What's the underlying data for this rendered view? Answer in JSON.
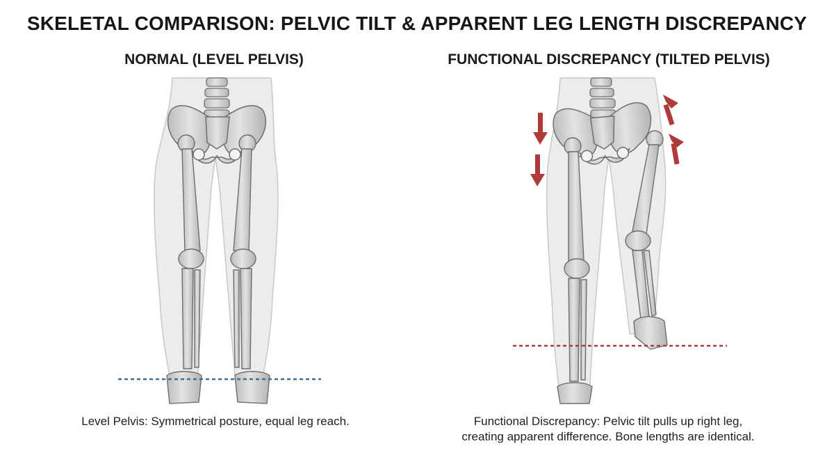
{
  "title": "SKELETAL COMPARISON: PELVIC TILT & APPARENT LEG LENGTH DISCREPANCY",
  "panels": [
    {
      "heading": "NORMAL (LEVEL PELVIS)",
      "caption_lines": [
        "Level Pelvis: Symmetrical posture, equal leg reach."
      ],
      "reference_line_color": "#3b6f8f"
    },
    {
      "heading": "FUNCTIONAL DISCREPANCY (TILTED PELVIS)",
      "caption_lines": [
        "Functional Discrepancy:  Pelvic tilt pulls up right leg,",
        "creating apparent difference. Bone lengths are identical."
      ],
      "reference_line_color": "#a83a3a",
      "arrow_color": "#b03a3a"
    }
  ],
  "colors": {
    "body_silhouette": "#ececec",
    "bone_fill": "#d4d4d4",
    "bone_stroke": "#6e6e6e"
  }
}
